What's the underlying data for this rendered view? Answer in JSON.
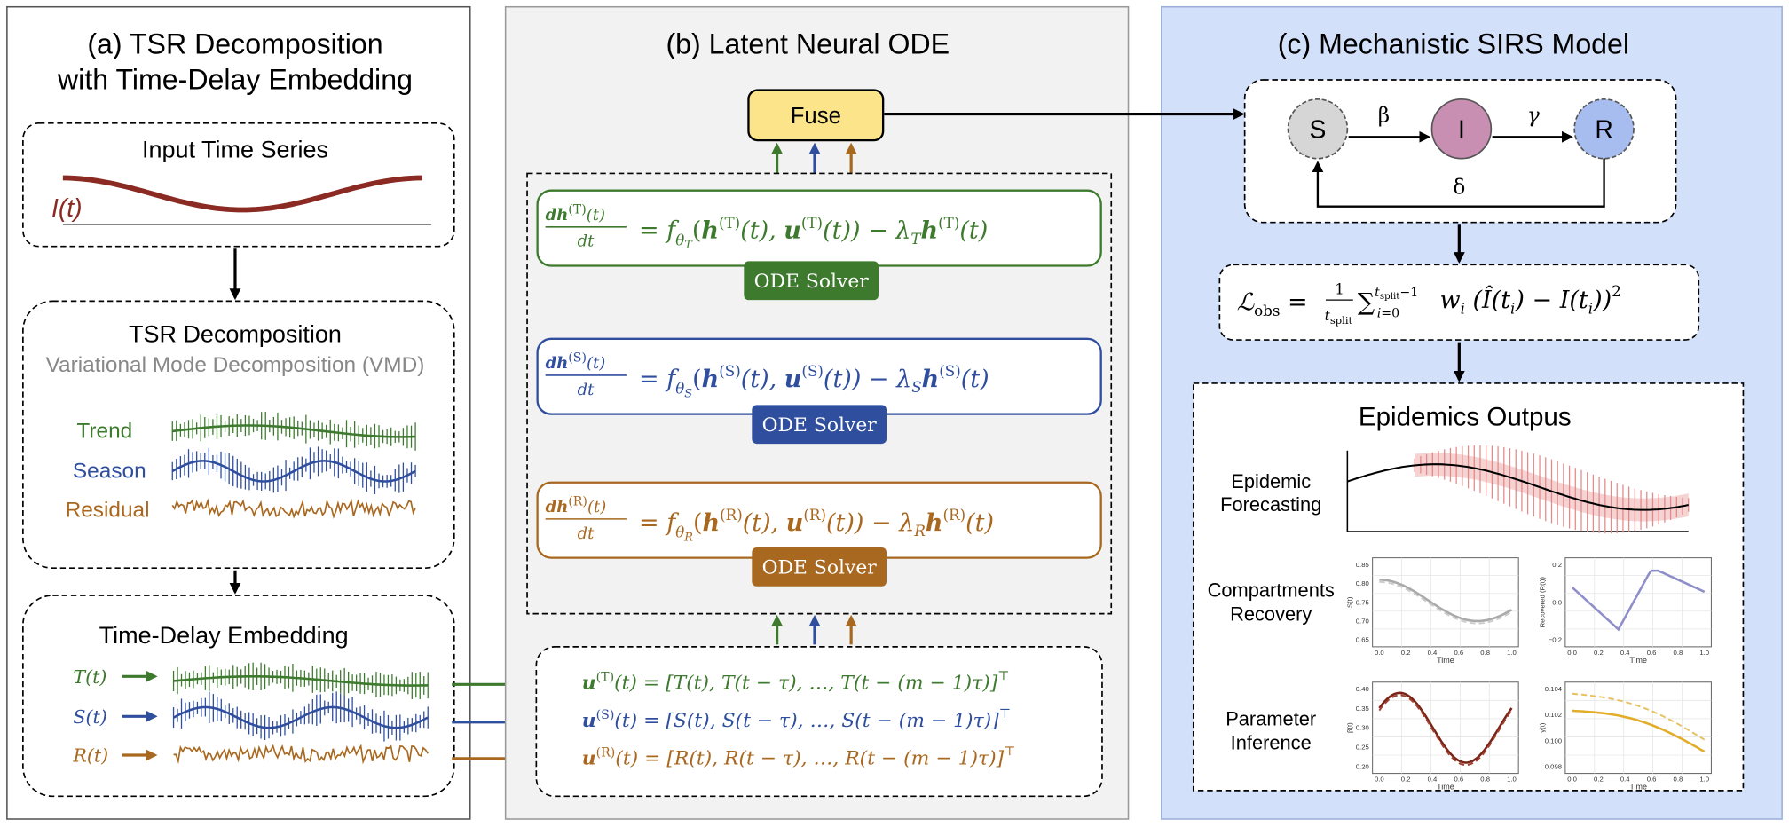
{
  "panel_a": {
    "title_line1": "(a) TSR Decomposition",
    "title_line2": "with Time-Delay Embedding",
    "input": {
      "title": "Input Time Series",
      "signal_label": "I(t)"
    },
    "decomposition": {
      "title": "TSR Decomposition",
      "subtitle": "Variational Mode Decomposition (VMD)",
      "components": [
        {
          "label": "Trend",
          "color": "#3d7a2e"
        },
        {
          "label": "Season",
          "color": "#2f4e9e"
        },
        {
          "label": "Residual",
          "color": "#a8681f"
        }
      ]
    },
    "embedding": {
      "title": "Time-Delay Embedding",
      "inputs": [
        {
          "label": "T(t)",
          "color": "#3d7a2e"
        },
        {
          "label": "S(t)",
          "color": "#2f4e9e"
        },
        {
          "label": "R(t)",
          "color": "#a8681f"
        }
      ]
    }
  },
  "panel_b": {
    "title": "(b) Latent Neural ODE",
    "fuse_label": "Fuse",
    "solver_label": "ODE Solver",
    "odes": [
      {
        "superscript": "(T)",
        "theta": "T",
        "lambda": "T",
        "color": "#3d7a2e"
      },
      {
        "superscript": "(S)",
        "theta": "S",
        "lambda": "S",
        "color": "#2f4e9e"
      },
      {
        "superscript": "(R)",
        "theta": "R",
        "lambda": "R",
        "color": "#a8681f"
      }
    ],
    "embeddings": [
      {
        "superscript": "(T)",
        "symbol": "T",
        "color": "#3d7a2e"
      },
      {
        "superscript": "(S)",
        "symbol": "S",
        "color": "#2f4e9e"
      },
      {
        "superscript": "(R)",
        "symbol": "R",
        "color": "#a8681f"
      }
    ]
  },
  "panel_c": {
    "title": "(c) Mechanistic SIRS Model",
    "nodes": {
      "s": "S",
      "i": "I",
      "r": "R"
    },
    "rates": {
      "beta": "β",
      "gamma": "γ",
      "delta": "δ"
    },
    "loss": {
      "symbol": "ℒ",
      "subscript": "obs"
    },
    "outputs_title": "Epidemics Outpus",
    "rows": [
      {
        "line1": "Epidemic",
        "line2": "Forecasting"
      },
      {
        "line1": "Compartments",
        "line2": "Recovery"
      },
      {
        "line1": "Parameter",
        "line2": "Inference"
      }
    ],
    "mini_charts": [
      {
        "ylabel": "S(t)",
        "xlabel": "Time",
        "yticks": [
          "0.85",
          "0.80",
          "0.75",
          "0.70",
          "0.65"
        ],
        "xticks": [
          "0.0",
          "0.2",
          "0.4",
          "0.6",
          "0.8",
          "1.0"
        ]
      },
      {
        "ylabel": "Recovered (R(t))",
        "xlabel": "Time",
        "yticks": [
          "0.2",
          "0.0",
          "−0.2"
        ],
        "xticks": [
          "0.0",
          "0.2",
          "0.4",
          "0.6",
          "0.8",
          "1.0"
        ]
      },
      {
        "ylabel": "β(t)",
        "xlabel": "Time",
        "yticks": [
          "0.40",
          "0.35",
          "0.30",
          "0.25",
          "0.20"
        ],
        "xticks": [
          "0.0",
          "0.2",
          "0.4",
          "0.6",
          "0.8",
          "1.0"
        ]
      },
      {
        "ylabel": "γ(t)",
        "xlabel": "Time",
        "yticks": [
          "0.104",
          "0.102",
          "0.100",
          "0.098"
        ],
        "xticks": [
          "0.0",
          "0.2",
          "0.4",
          "0.6",
          "0.8",
          "1.0"
        ]
      }
    ]
  }
}
